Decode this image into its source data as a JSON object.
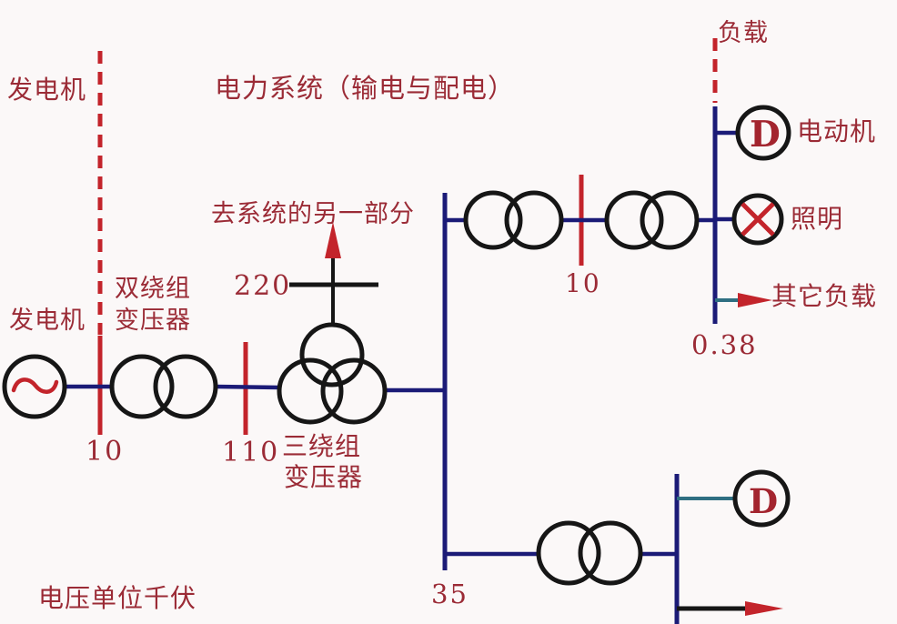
{
  "title": "电力系统（输电与配电）",
  "labels": {
    "generator_top": "发电机",
    "generator_bottom": "发电机",
    "two_winding_transformer_line1": "双绕组",
    "two_winding_transformer_line2": "变压器",
    "three_winding_transformer_line1": "三绕组",
    "three_winding_transformer_line2": "变压器",
    "to_other_part_of_system": "去系统的另一部分",
    "load": "负载",
    "motor": "电动机",
    "lighting": "照明",
    "other_loads": "其它负载",
    "voltage_unit_note": "电压单位千伏",
    "motor_letter": "D"
  },
  "voltages": {
    "generator_bus": "10",
    "bus_110": "110",
    "bus_220": "220",
    "bus_10_mid": "10",
    "bus_038": "0.38",
    "bus_35": "35"
  },
  "icons": {
    "generator_symbol": "ac-sine-wave",
    "motor_symbol": "circle-D",
    "lamp_symbol": "circle-X",
    "transformer_symbol": "overlapping-circles"
  },
  "colors": {
    "background": "#fbf8f8",
    "text_red": "#9b2b36",
    "bright_red": "#c3242b",
    "navy_line": "#1b1b77",
    "black_line": "#161616",
    "teal_line": "#2f6f82",
    "d_letter_red": "#a3242e"
  }
}
